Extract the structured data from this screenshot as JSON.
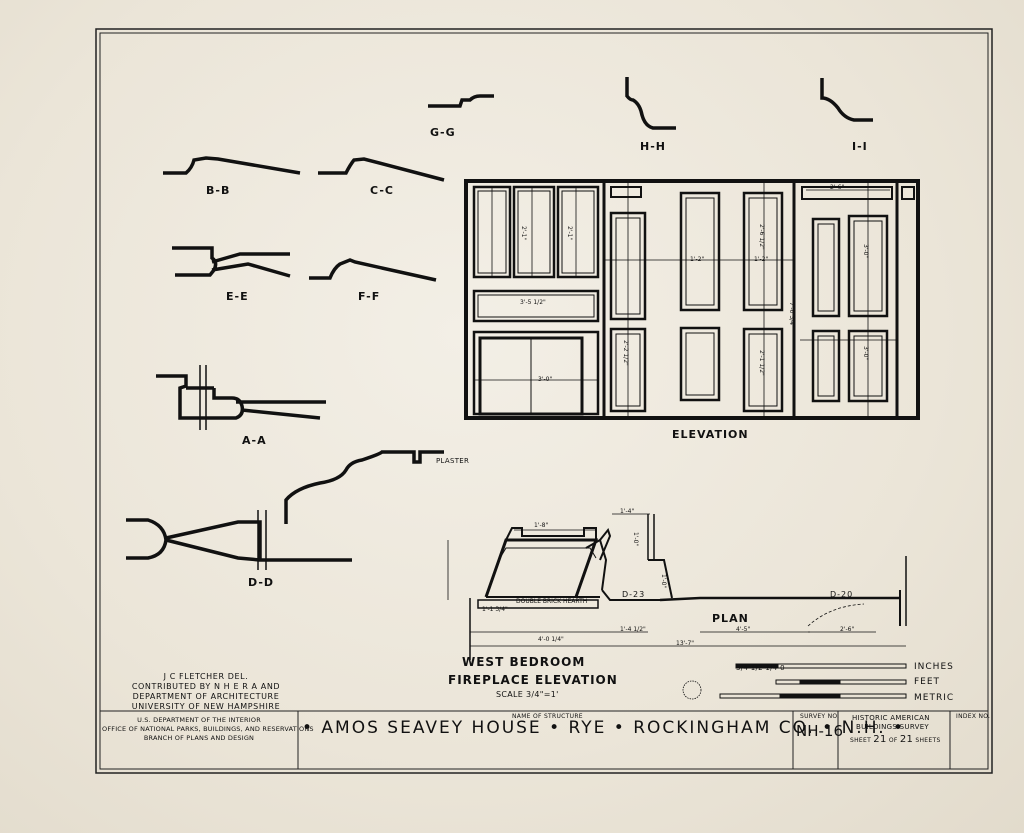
{
  "sheet": {
    "structure_name": "• AMOS SEAVEY HOUSE • RYE • ROCKINGHAM CO. • N.H. •",
    "name_of_structure_label": "NAME OF STRUCTURE",
    "survey_no_label": "SURVEY NO.",
    "survey_no": "NH-16",
    "habs_title_1": "HISTORIC AMERICAN",
    "habs_title_2": "BUILDINGS SURVEY",
    "sheet_word": "SHEET",
    "sheet_no": "21",
    "of_word": "OF",
    "sheet_total": "21",
    "sheets_word": "SHEETS",
    "index_label": "INDEX NO.",
    "agency_1": "U.S. DEPARTMENT OF THE INTERIOR",
    "agency_2": "OFFICE OF NATIONAL PARKS, BUILDINGS, AND RESERVATIONS",
    "agency_3": "BRANCH OF PLANS AND DESIGN"
  },
  "credits": {
    "line1": "J C FLETCHER   DEL.",
    "line2": "CONTRIBUTED BY N H E R A  AND",
    "line3": "DEPARTMENT OF ARCHITECTURE",
    "line4": "UNIVERSITY OF NEW HAMPSHIRE"
  },
  "sections": {
    "bb": "B-B",
    "cc": "C-C",
    "gg": "G-G",
    "hh": "H-H",
    "ii": "I-I",
    "ee": "E-E",
    "ff": "F-F",
    "aa": "A-A",
    "dd": "D-D",
    "plaster": "PLASTER"
  },
  "elevation": {
    "label": "ELEVATION",
    "dims": [
      "3'-5 1/2\"",
      "2'-1\"",
      "2'-1\"",
      "3'-0\"",
      "1'-2\"",
      "1'-2\"",
      "2'-1 1/2\"",
      "2'-6 1/2\"",
      "3'-0\"",
      "7'-0 3/4\"",
      "2'-6\"",
      "2'-2 1/2\"",
      "3'-0\""
    ]
  },
  "fireplace": {
    "title1": "WEST BEDROOM",
    "title2": "FIREPLACE ELEVATION",
    "scale": "SCALE 3/4\"=1'",
    "hearth": "DOUBLE BRICK HEARTH",
    "plan": "PLAN",
    "d23": "D-23",
    "d20": "D-20",
    "dims": [
      "1'-8\"",
      "1'-4\"",
      "1'-0\"",
      "4'-0 1/4\"",
      "1'-4 1/2\"",
      "4'-5\"",
      "2'-6\"",
      "13'-7\"",
      "1'-1 3/4\"",
      "1'-0\""
    ]
  },
  "scale_bar": {
    "fractions": "3/4 1/2 1/4 0",
    "inches": "INCHES",
    "feet": "FEET",
    "metric": "METRIC"
  }
}
